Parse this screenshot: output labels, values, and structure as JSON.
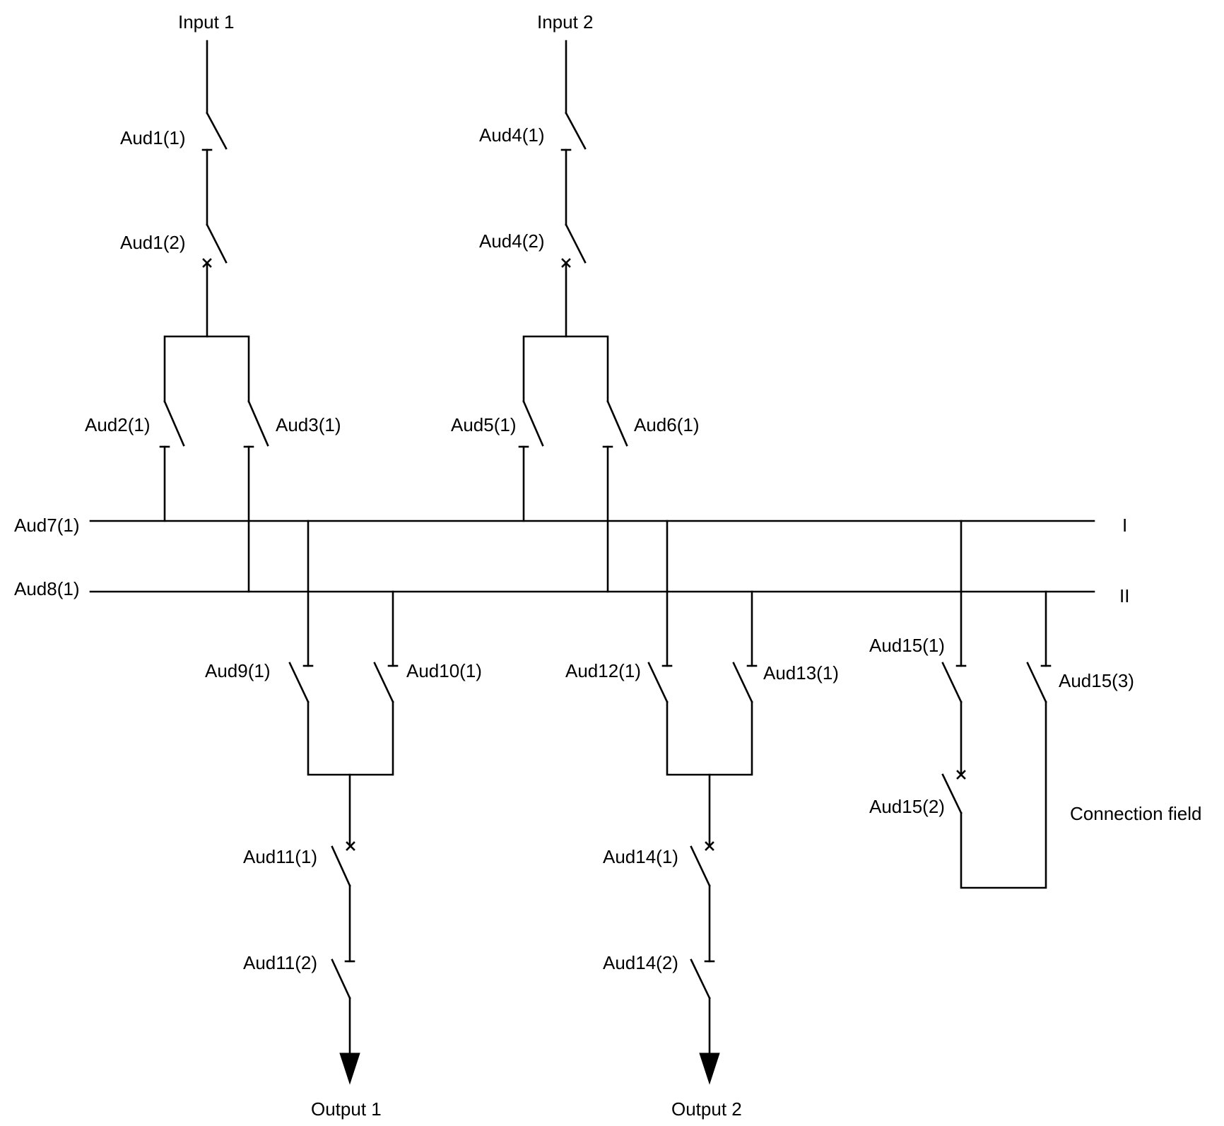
{
  "terminals": {
    "input_1": "Input 1",
    "input_2": "Input 2",
    "output_1": "Output 1",
    "output_2": "Output 2"
  },
  "busbars": {
    "bus_1": {
      "label": "Aud7(1)",
      "end_label": "I"
    },
    "bus_2": {
      "label": "Aud8(1)",
      "end_label": "II"
    }
  },
  "switches": {
    "aud1_1": "Aud1(1)",
    "aud1_2": "Aud1(2)",
    "aud2_1": "Aud2(1)",
    "aud3_1": "Aud3(1)",
    "aud4_1": "Aud4(1)",
    "aud4_2": "Aud4(2)",
    "aud5_1": "Aud5(1)",
    "aud6_1": "Aud6(1)",
    "aud9_1": "Aud9(1)",
    "aud10_1": "Aud10(1)",
    "aud11_1": "Aud11(1)",
    "aud11_2": "Aud11(2)",
    "aud12_1": "Aud12(1)",
    "aud13_1": "Aud13(1)",
    "aud14_1": "Aud14(1)",
    "aud14_2": "Aud14(2)",
    "aud15_1": "Aud15(1)",
    "aud15_2": "Aud15(2)",
    "aud15_3": "Aud15(3)"
  },
  "sections": {
    "connection_field": "Connection field"
  },
  "colors": {
    "line": "#000000",
    "background": "#ffffff"
  }
}
